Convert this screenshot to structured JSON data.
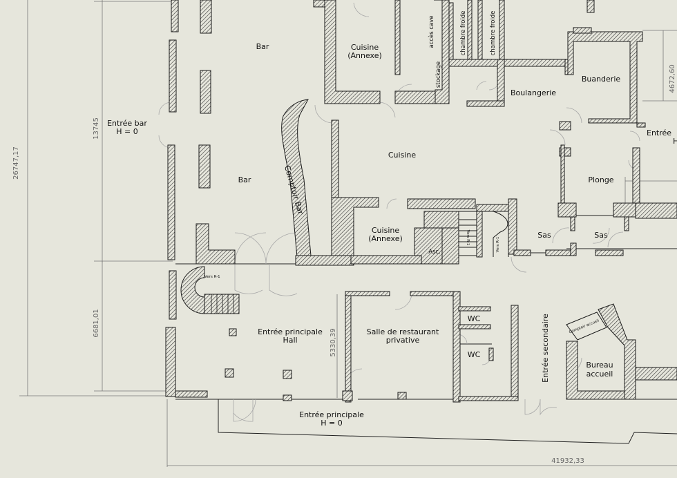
{
  "colors": {
    "background": "#e6e6dc",
    "wall_stroke": "#1a1a1a",
    "hatch": "#333333",
    "dimension": "#777777",
    "door_arc": "#a8a8a8"
  },
  "dimensions": {
    "total_height": "26747,17",
    "bar_height": "13745",
    "hall_height": "6681,01",
    "right_height": "4672,60",
    "salle_height": "5330,39",
    "total_width": "41932,33"
  },
  "rooms": {
    "bar_top": "Bar",
    "bar_mid": "Bar",
    "cuisine_annexe_top_1": "Cuisine",
    "cuisine_annexe_top_2": "(Annexe)",
    "acces_cave": "accès cave",
    "stockage": "stockage",
    "chambre_froide_1": "chambre froide",
    "chambre_froide_2": "chambre froide",
    "buanderie": "Buanderie",
    "boulangerie": "Boulangerie",
    "entree_bar_1": "Entrée bar",
    "entree_bar_2": "H = 0",
    "entree_right_1": "Entrée",
    "entree_right_2": "H",
    "comptoir_bar": "Comptoir Bar",
    "cuisine": "Cuisine",
    "plonge": "Plonge",
    "cuisine_annexe_mid_1": "Cuisine",
    "cuisine_annexe_mid_2": "(Annexe)",
    "asc": "Asc.",
    "sas_1": "Sas",
    "sas_2": "Sas",
    "vers_r1_left": "Vers R-1",
    "vers_r1_right": "Vers R-1",
    "escalier_small": "Vers R-1",
    "hall_1": "Entrée principale",
    "hall_2": "Hall",
    "salle_1": "Salle de restaurant",
    "salle_2": "privative",
    "wc_1": "WC",
    "wc_2": "WC",
    "entree_secondaire": "Entrée secondaire",
    "comptoir_accueil": "Comptoir accueil",
    "bureau_1": "Bureau",
    "bureau_2": "accueil",
    "entree_principale_1": "Entrée principale",
    "entree_principale_2": "H = 0"
  }
}
